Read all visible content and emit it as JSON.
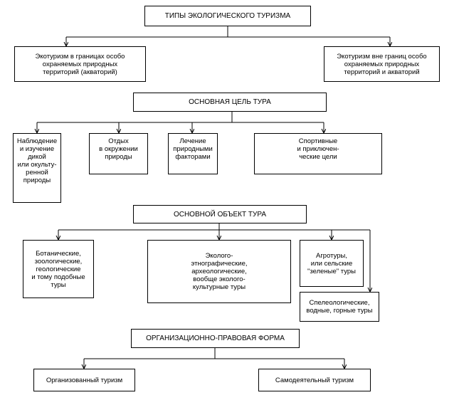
{
  "types": {
    "title": "ТИПЫ ЭКОЛОГИЧЕСКОГО ТУРИЗМА",
    "left": "Экотуризм в границах особо\nохраняемых природных\nтерриторий (акваторий)",
    "right": "Экотуризм вне границ особо\nохраняемых природных\nтерриторий и акваторий"
  },
  "goal": {
    "title": "ОСНОВНАЯ ЦЕЛЬ ТУРА",
    "items": [
      "Наблюдение\nи изучение\nдикой\nили окульту-\nренной\nприроды",
      "Отдых\nв окружении\nприроды",
      "Лечение\nприродными\nфакторами",
      "Спортивные\nи приключен-\nческие цели"
    ]
  },
  "object": {
    "title": "ОСНОВНОЙ ОБЪЕКТ ТУРА",
    "items": [
      "Ботанические,\nзоологические,\nгеологические\nи тому подобные\nтуры",
      "Эколого-\nэтнографические,\nархеологические,\nвообще эколого-\nкультурные туры",
      "Агротуры,\nили сельские\n\"зеленые\" туры",
      "Спелеологические,\nводные, горные туры"
    ]
  },
  "form": {
    "title": "ОРГАНИЗАЦИОННО-ПРАВОВАЯ ФОРМА",
    "items": [
      "Организованный туризм",
      "Самодеятельный туризм"
    ]
  }
}
